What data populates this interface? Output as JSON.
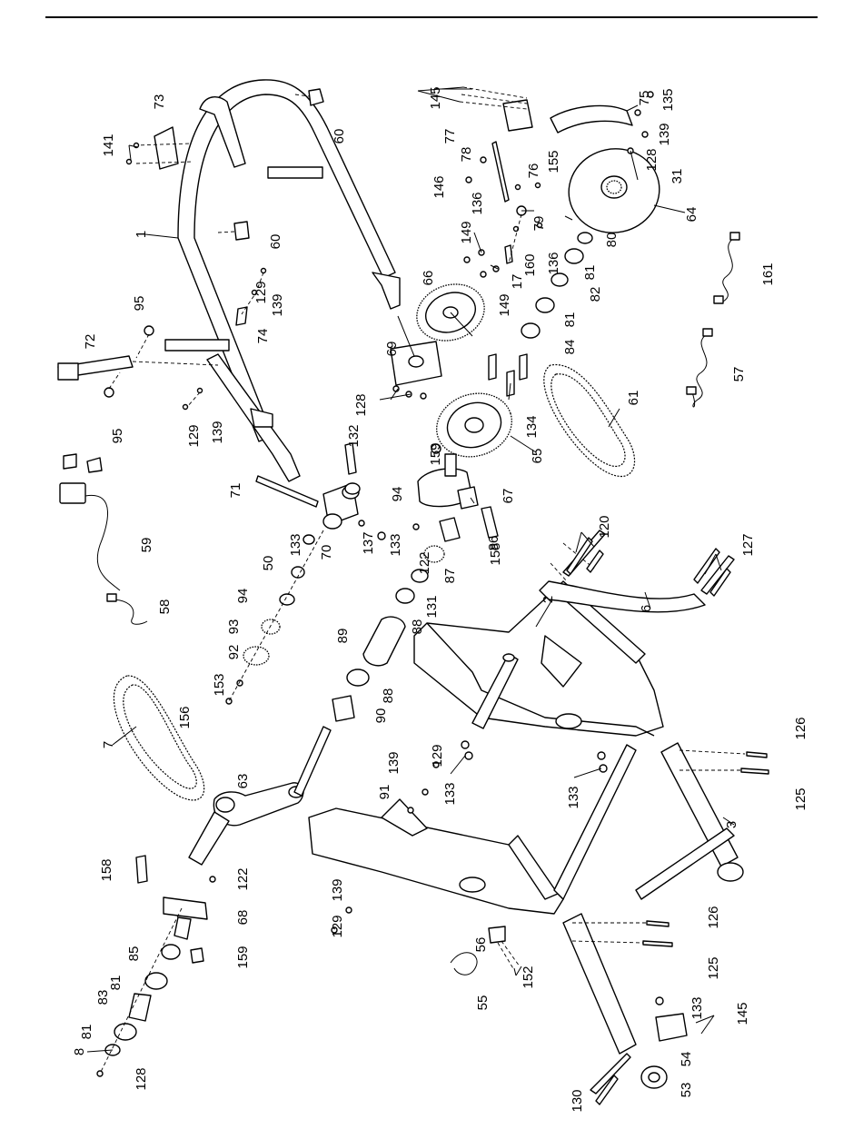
{
  "labels": [
    {
      "id": "p1",
      "text": "1"
    },
    {
      "id": "p2",
      "text": "2"
    },
    {
      "id": "p3",
      "text": "3"
    },
    {
      "id": "p6",
      "text": "6"
    },
    {
      "id": "p7",
      "text": "7"
    },
    {
      "id": "p8",
      "text": "8"
    },
    {
      "id": "p17",
      "text": "17"
    },
    {
      "id": "p31",
      "text": "31"
    },
    {
      "id": "p50",
      "text": "50"
    },
    {
      "id": "p53",
      "text": "53"
    },
    {
      "id": "p54",
      "text": "54"
    },
    {
      "id": "p55",
      "text": "55"
    },
    {
      "id": "p56",
      "text": "56"
    },
    {
      "id": "p57",
      "text": "57"
    },
    {
      "id": "p58",
      "text": "58"
    },
    {
      "id": "p59",
      "text": "59"
    },
    {
      "id": "p60a",
      "text": "60"
    },
    {
      "id": "p60b",
      "text": "60"
    },
    {
      "id": "p61",
      "text": "61"
    },
    {
      "id": "p63",
      "text": "63"
    },
    {
      "id": "p64",
      "text": "64"
    },
    {
      "id": "p65",
      "text": "65"
    },
    {
      "id": "p66",
      "text": "66"
    },
    {
      "id": "p67",
      "text": "67"
    },
    {
      "id": "p68",
      "text": "68"
    },
    {
      "id": "p69",
      "text": "69"
    },
    {
      "id": "p70",
      "text": "70"
    },
    {
      "id": "p71",
      "text": "71"
    },
    {
      "id": "p72",
      "text": "72"
    },
    {
      "id": "p73",
      "text": "73"
    },
    {
      "id": "p74",
      "text": "74"
    },
    {
      "id": "p75",
      "text": "75"
    },
    {
      "id": "p76",
      "text": "76"
    },
    {
      "id": "p77",
      "text": "77"
    },
    {
      "id": "p78",
      "text": "78"
    },
    {
      "id": "p79",
      "text": "79"
    },
    {
      "id": "p80",
      "text": "80"
    },
    {
      "id": "p81a",
      "text": "81"
    },
    {
      "id": "p81b",
      "text": "81"
    },
    {
      "id": "p81c",
      "text": "81"
    },
    {
      "id": "p81d",
      "text": "81"
    },
    {
      "id": "p82",
      "text": "82"
    },
    {
      "id": "p83",
      "text": "83"
    },
    {
      "id": "p84",
      "text": "84"
    },
    {
      "id": "p85",
      "text": "85"
    },
    {
      "id": "p86",
      "text": "86"
    },
    {
      "id": "p87",
      "text": "87"
    },
    {
      "id": "p88a",
      "text": "88"
    },
    {
      "id": "p88b",
      "text": "88"
    },
    {
      "id": "p89",
      "text": "89"
    },
    {
      "id": "p90",
      "text": "90"
    },
    {
      "id": "p91",
      "text": "91"
    },
    {
      "id": "p92",
      "text": "92"
    },
    {
      "id": "p93",
      "text": "93"
    },
    {
      "id": "p94a",
      "text": "94"
    },
    {
      "id": "p94b",
      "text": "94"
    },
    {
      "id": "p95a",
      "text": "95"
    },
    {
      "id": "p95b",
      "text": "95"
    },
    {
      "id": "p120",
      "text": "120"
    },
    {
      "id": "p122a",
      "text": "122"
    },
    {
      "id": "p122b",
      "text": "122"
    },
    {
      "id": "p125a",
      "text": "125"
    },
    {
      "id": "p125b",
      "text": "125"
    },
    {
      "id": "p126a",
      "text": "126"
    },
    {
      "id": "p126b",
      "text": "126"
    },
    {
      "id": "p127",
      "text": "127"
    },
    {
      "id": "p128a",
      "text": "128"
    },
    {
      "id": "p128b",
      "text": "128"
    },
    {
      "id": "p128c",
      "text": "128"
    },
    {
      "id": "p129a",
      "text": "129"
    },
    {
      "id": "p129b",
      "text": "129"
    },
    {
      "id": "p129c",
      "text": "129"
    },
    {
      "id": "p129d",
      "text": "129"
    },
    {
      "id": "p130",
      "text": "130"
    },
    {
      "id": "p131",
      "text": "131"
    },
    {
      "id": "p132",
      "text": "132"
    },
    {
      "id": "p133a",
      "text": "133"
    },
    {
      "id": "p133b",
      "text": "133"
    },
    {
      "id": "p133c",
      "text": "133"
    },
    {
      "id": "p133d",
      "text": "133"
    },
    {
      "id": "p133e",
      "text": "133"
    },
    {
      "id": "p134",
      "text": "134"
    },
    {
      "id": "p135",
      "text": "135"
    },
    {
      "id": "p136a",
      "text": "136"
    },
    {
      "id": "p136b",
      "text": "136"
    },
    {
      "id": "p137",
      "text": "137"
    },
    {
      "id": "p139a",
      "text": "139"
    },
    {
      "id": "p139b",
      "text": "139"
    },
    {
      "id": "p139c",
      "text": "139"
    },
    {
      "id": "p139d",
      "text": "139"
    },
    {
      "id": "p139e",
      "text": "139"
    },
    {
      "id": "p141",
      "text": "141"
    },
    {
      "id": "p145a",
      "text": "145"
    },
    {
      "id": "p145b",
      "text": "145"
    },
    {
      "id": "p146",
      "text": "146"
    },
    {
      "id": "p149a",
      "text": "149"
    },
    {
      "id": "p149b",
      "text": "149"
    },
    {
      "id": "p152",
      "text": "152"
    },
    {
      "id": "p153",
      "text": "153"
    },
    {
      "id": "p155",
      "text": "155"
    },
    {
      "id": "p156",
      "text": "156"
    },
    {
      "id": "p158a",
      "text": "158"
    },
    {
      "id": "p158b",
      "text": "158"
    },
    {
      "id": "p159a",
      "text": "159"
    },
    {
      "id": "p159b",
      "text": "159"
    },
    {
      "id": "p160",
      "text": "160"
    },
    {
      "id": "p161",
      "text": "161"
    }
  ]
}
